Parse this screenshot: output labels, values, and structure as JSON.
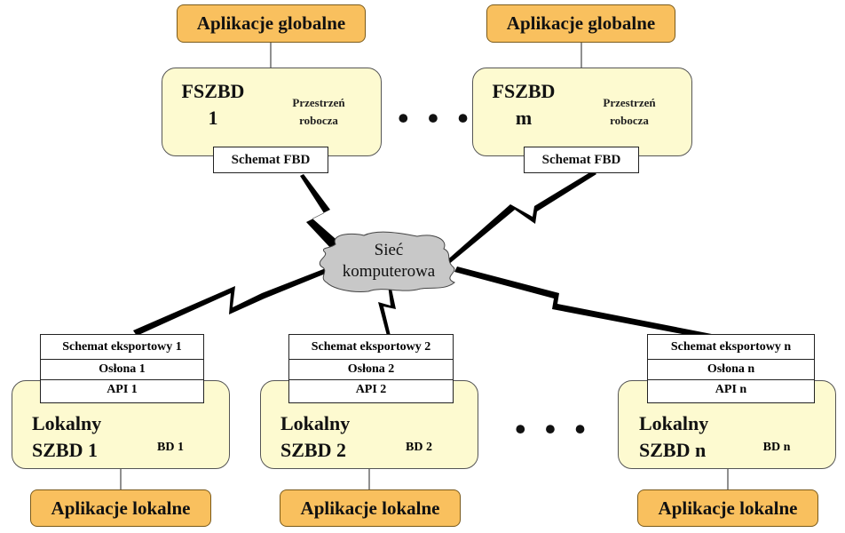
{
  "global_nodes": [
    {
      "app_label": "Aplikacje globalne",
      "title_line1": "FSZBD",
      "title_line2": "1",
      "workspace_line1": "Przestrzeń",
      "workspace_line2": "robocza",
      "schema_label": "Schemat FBD"
    },
    {
      "app_label": "Aplikacje globalne",
      "title_line1": "FSZBD",
      "title_line2": "m",
      "workspace_line1": "Przestrzeń",
      "workspace_line2": "robocza",
      "schema_label": "Schemat FBD"
    }
  ],
  "network": {
    "line1": "Sieć",
    "line2": "komputerowa"
  },
  "ellipsis": "• • •",
  "local_nodes": [
    {
      "export_schema": "Schemat eksportowy 1",
      "wrapper": "Osłona 1",
      "api": "API 1",
      "title_line1": "Lokalny",
      "title_line2": "SZBD 1",
      "db_label": "BD 1",
      "app_label": "Aplikacje lokalne"
    },
    {
      "export_schema": "Schemat eksportowy 2",
      "wrapper": "Osłona 2",
      "api": "API 2",
      "title_line1": "Lokalny",
      "title_line2": "SZBD 2",
      "db_label": "BD 2",
      "app_label": "Aplikacje lokalne"
    },
    {
      "export_schema": "Schemat eksportowy n",
      "wrapper": "Osłona n",
      "api": "API n",
      "title_line1": "Lokalny",
      "title_line2": "SZBD n",
      "db_label": "BD n",
      "app_label": "Aplikacje lokalne"
    }
  ],
  "colors": {
    "app_fill": "#f9c05e",
    "node_fill": "#fdfad0",
    "cloud_fill": "#c8c8c8"
  }
}
